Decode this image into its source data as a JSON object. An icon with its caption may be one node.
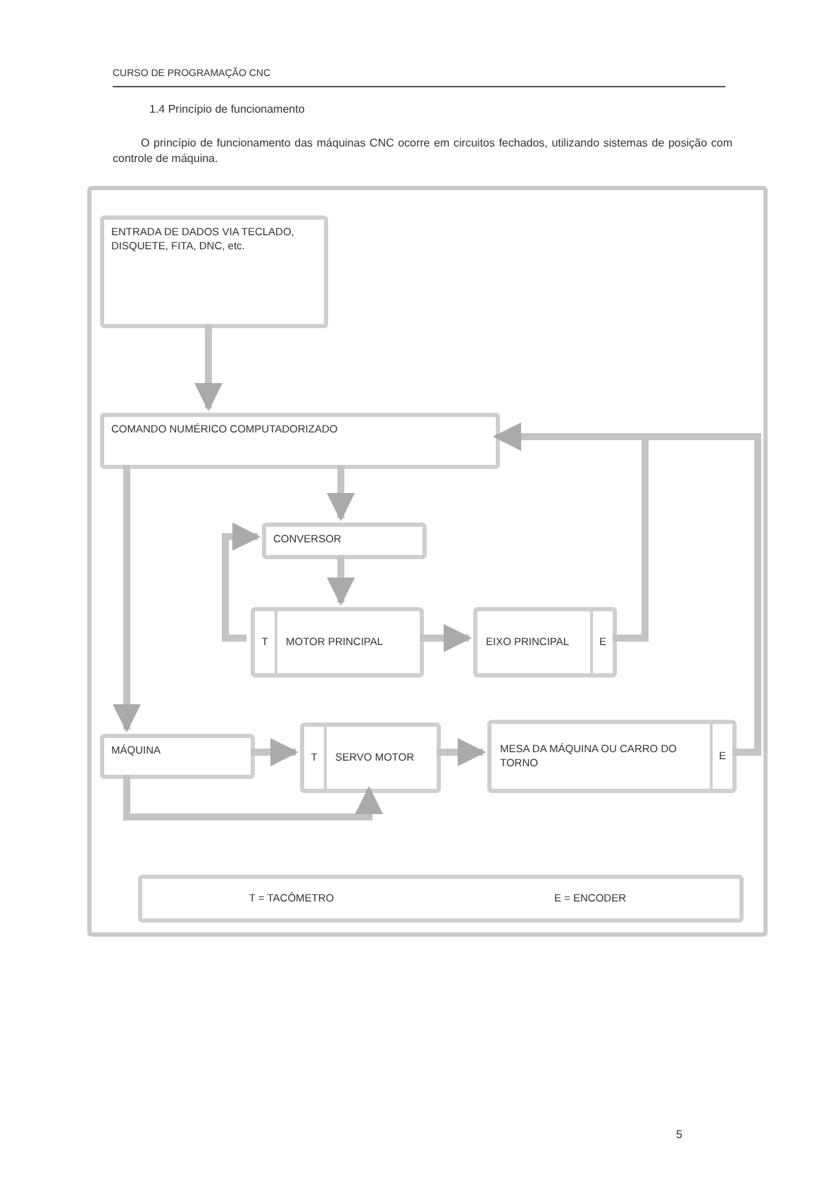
{
  "diagram": {
    "title": "1.4 Princípio de funcionamento",
    "nodes": [
      {
        "text": [],
        "shape": "box"
      },
      {
        "text": [
          "ENTRADA DE DADOS VIA TECLADO, DISQUETE, FITA, DNC, etc."
        ],
        "in": 0
      },
      {
        "text": [
          "COMANDO NUMÉRICO COMPUTADORIZADO"
        ],
        "in": 0
      },
      {
        "text": [
          "CONVERSOR"
        ],
        "in": 0
      },
      {
        "text": [
          "T",
          "MOTOR PRINCIPAL"
        ],
        "in": 0
      },
      {
        "text": [
          "EIXO PRINCIPAL",
          "E"
        ],
        "in": 0
      },
      {
        "text": [
          "MÁQUINA"
        ],
        "in": 0
      },
      {
        "text": [
          "T",
          "SERVO MOTOR"
        ],
        "in": 0
      },
      {
        "text": [
          "MESA DA MÁQUINA OU CARRO DO TORNO",
          "E"
        ],
        "in": 0
      },
      {
        "text": [
          "T = TACÔMETRO",
          "E = ENCODER"
        ],
        "in": 0
      }
    ],
    "edges": [
      {
        "from": 1,
        "to": 2,
        "arrow": "to"
      },
      {
        "from": 2,
        "to": 3,
        "arrow": "to"
      },
      {
        "from": 3,
        "to": 4,
        "arrow": "to"
      },
      {
        "from": 4,
        "to": 5,
        "arrow": "to"
      },
      {
        "from": 5,
        "to": 2,
        "arrow": "to"
      },
      {
        "from": 8,
        "to": 2,
        "arrow": "to"
      },
      {
        "from": 4,
        "to": 3,
        "arrow": "to"
      },
      {
        "from": 2,
        "to": 6,
        "arrow": "to"
      },
      {
        "from": 6,
        "to": 7,
        "arrow": "to"
      },
      {
        "from": 7,
        "to": 8,
        "arrow": "to"
      },
      {
        "from": 6,
        "to": 7,
        "arrow": "to"
      }
    ],
    "labels": [
      "CURSO DE PROGRAMAÇÃO CNC",
      "O princípio de funcionamento das máquinas CNC ocorre em circuitos fechados, utilizando sistemas de posição com controle de máquina.",
      "5"
    ]
  }
}
